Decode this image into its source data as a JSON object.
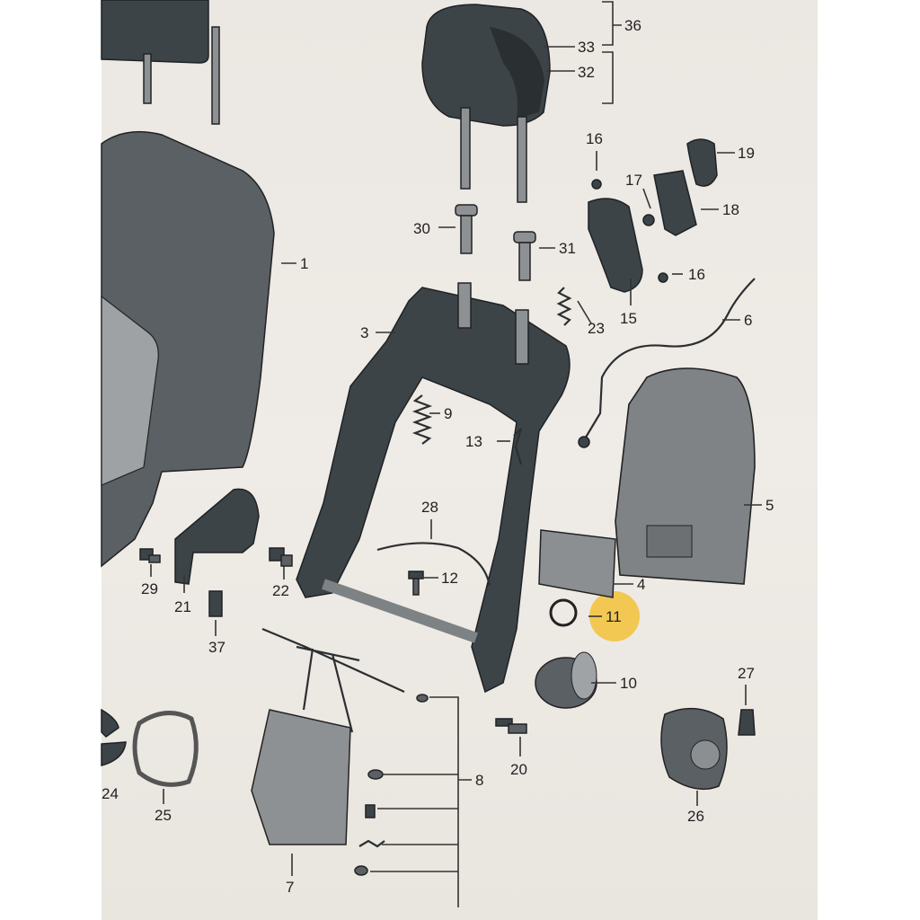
{
  "callouts": [
    {
      "id": "c1",
      "text": "1"
    },
    {
      "id": "c3",
      "text": "3"
    },
    {
      "id": "c4",
      "text": "4"
    },
    {
      "id": "c5",
      "text": "5"
    },
    {
      "id": "c6",
      "text": "6"
    },
    {
      "id": "c7",
      "text": "7"
    },
    {
      "id": "c8",
      "text": "8"
    },
    {
      "id": "c9",
      "text": "9"
    },
    {
      "id": "c10",
      "text": "10"
    },
    {
      "id": "c11",
      "text": "11"
    },
    {
      "id": "c12",
      "text": "12"
    },
    {
      "id": "c13",
      "text": "13"
    },
    {
      "id": "c15",
      "text": "15"
    },
    {
      "id": "c16a",
      "text": "16"
    },
    {
      "id": "c16b",
      "text": "16"
    },
    {
      "id": "c17",
      "text": "17"
    },
    {
      "id": "c18",
      "text": "18"
    },
    {
      "id": "c19",
      "text": "19"
    },
    {
      "id": "c20",
      "text": "20"
    },
    {
      "id": "c21",
      "text": "21"
    },
    {
      "id": "c22",
      "text": "22"
    },
    {
      "id": "c23",
      "text": "23"
    },
    {
      "id": "c24",
      "text": "24"
    },
    {
      "id": "c25",
      "text": "25"
    },
    {
      "id": "c26",
      "text": "26"
    },
    {
      "id": "c27",
      "text": "27"
    },
    {
      "id": "c28",
      "text": "28"
    },
    {
      "id": "c29",
      "text": "29"
    },
    {
      "id": "c30",
      "text": "30"
    },
    {
      "id": "c31",
      "text": "31"
    },
    {
      "id": "c32",
      "text": "32"
    },
    {
      "id": "c33",
      "text": "33"
    },
    {
      "id": "c36",
      "text": "36"
    },
    {
      "id": "c37",
      "text": "37"
    }
  ],
  "colors": {
    "highlight": "#f2c443",
    "part_dark": "#3d4448",
    "background": "#ece8e3"
  }
}
